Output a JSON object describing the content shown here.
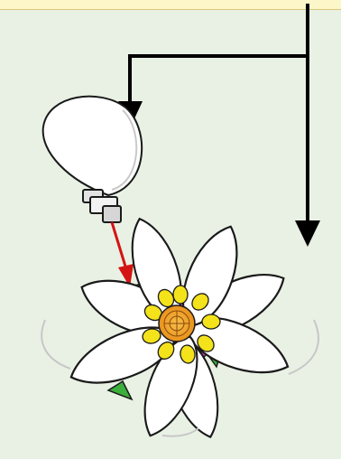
{
  "diagram": {
    "title": "",
    "kind": "assembly-instruction",
    "colors": {
      "background": "#e9f1e4",
      "header_strip": "#fdf6c9",
      "petal_fill": "#ffffff",
      "outline": "#1a1a1a",
      "callout_arrow": "#000000",
      "placement_arrow": "#d41414",
      "stamen_yellow": "#f4e21a",
      "stamen_orange": "#f0a21e",
      "receptacle_magenta": "#e23ad8",
      "leaf_green": "#3cae3c",
      "connector_grey": "#d9d9d9"
    },
    "parts": [
      {
        "name": "detached-petal",
        "icon": "petal-with-clip-icon"
      },
      {
        "name": "flower-head",
        "petals_count": 8
      },
      {
        "name": "stamen-center",
        "icon": "stamen-icon"
      }
    ],
    "arrows": [
      {
        "name": "callout-arrow-to-detached-petal",
        "style": "black"
      },
      {
        "name": "callout-arrow-to-flower-petal",
        "style": "black"
      },
      {
        "name": "attach-arrow",
        "style": "red"
      }
    ]
  }
}
